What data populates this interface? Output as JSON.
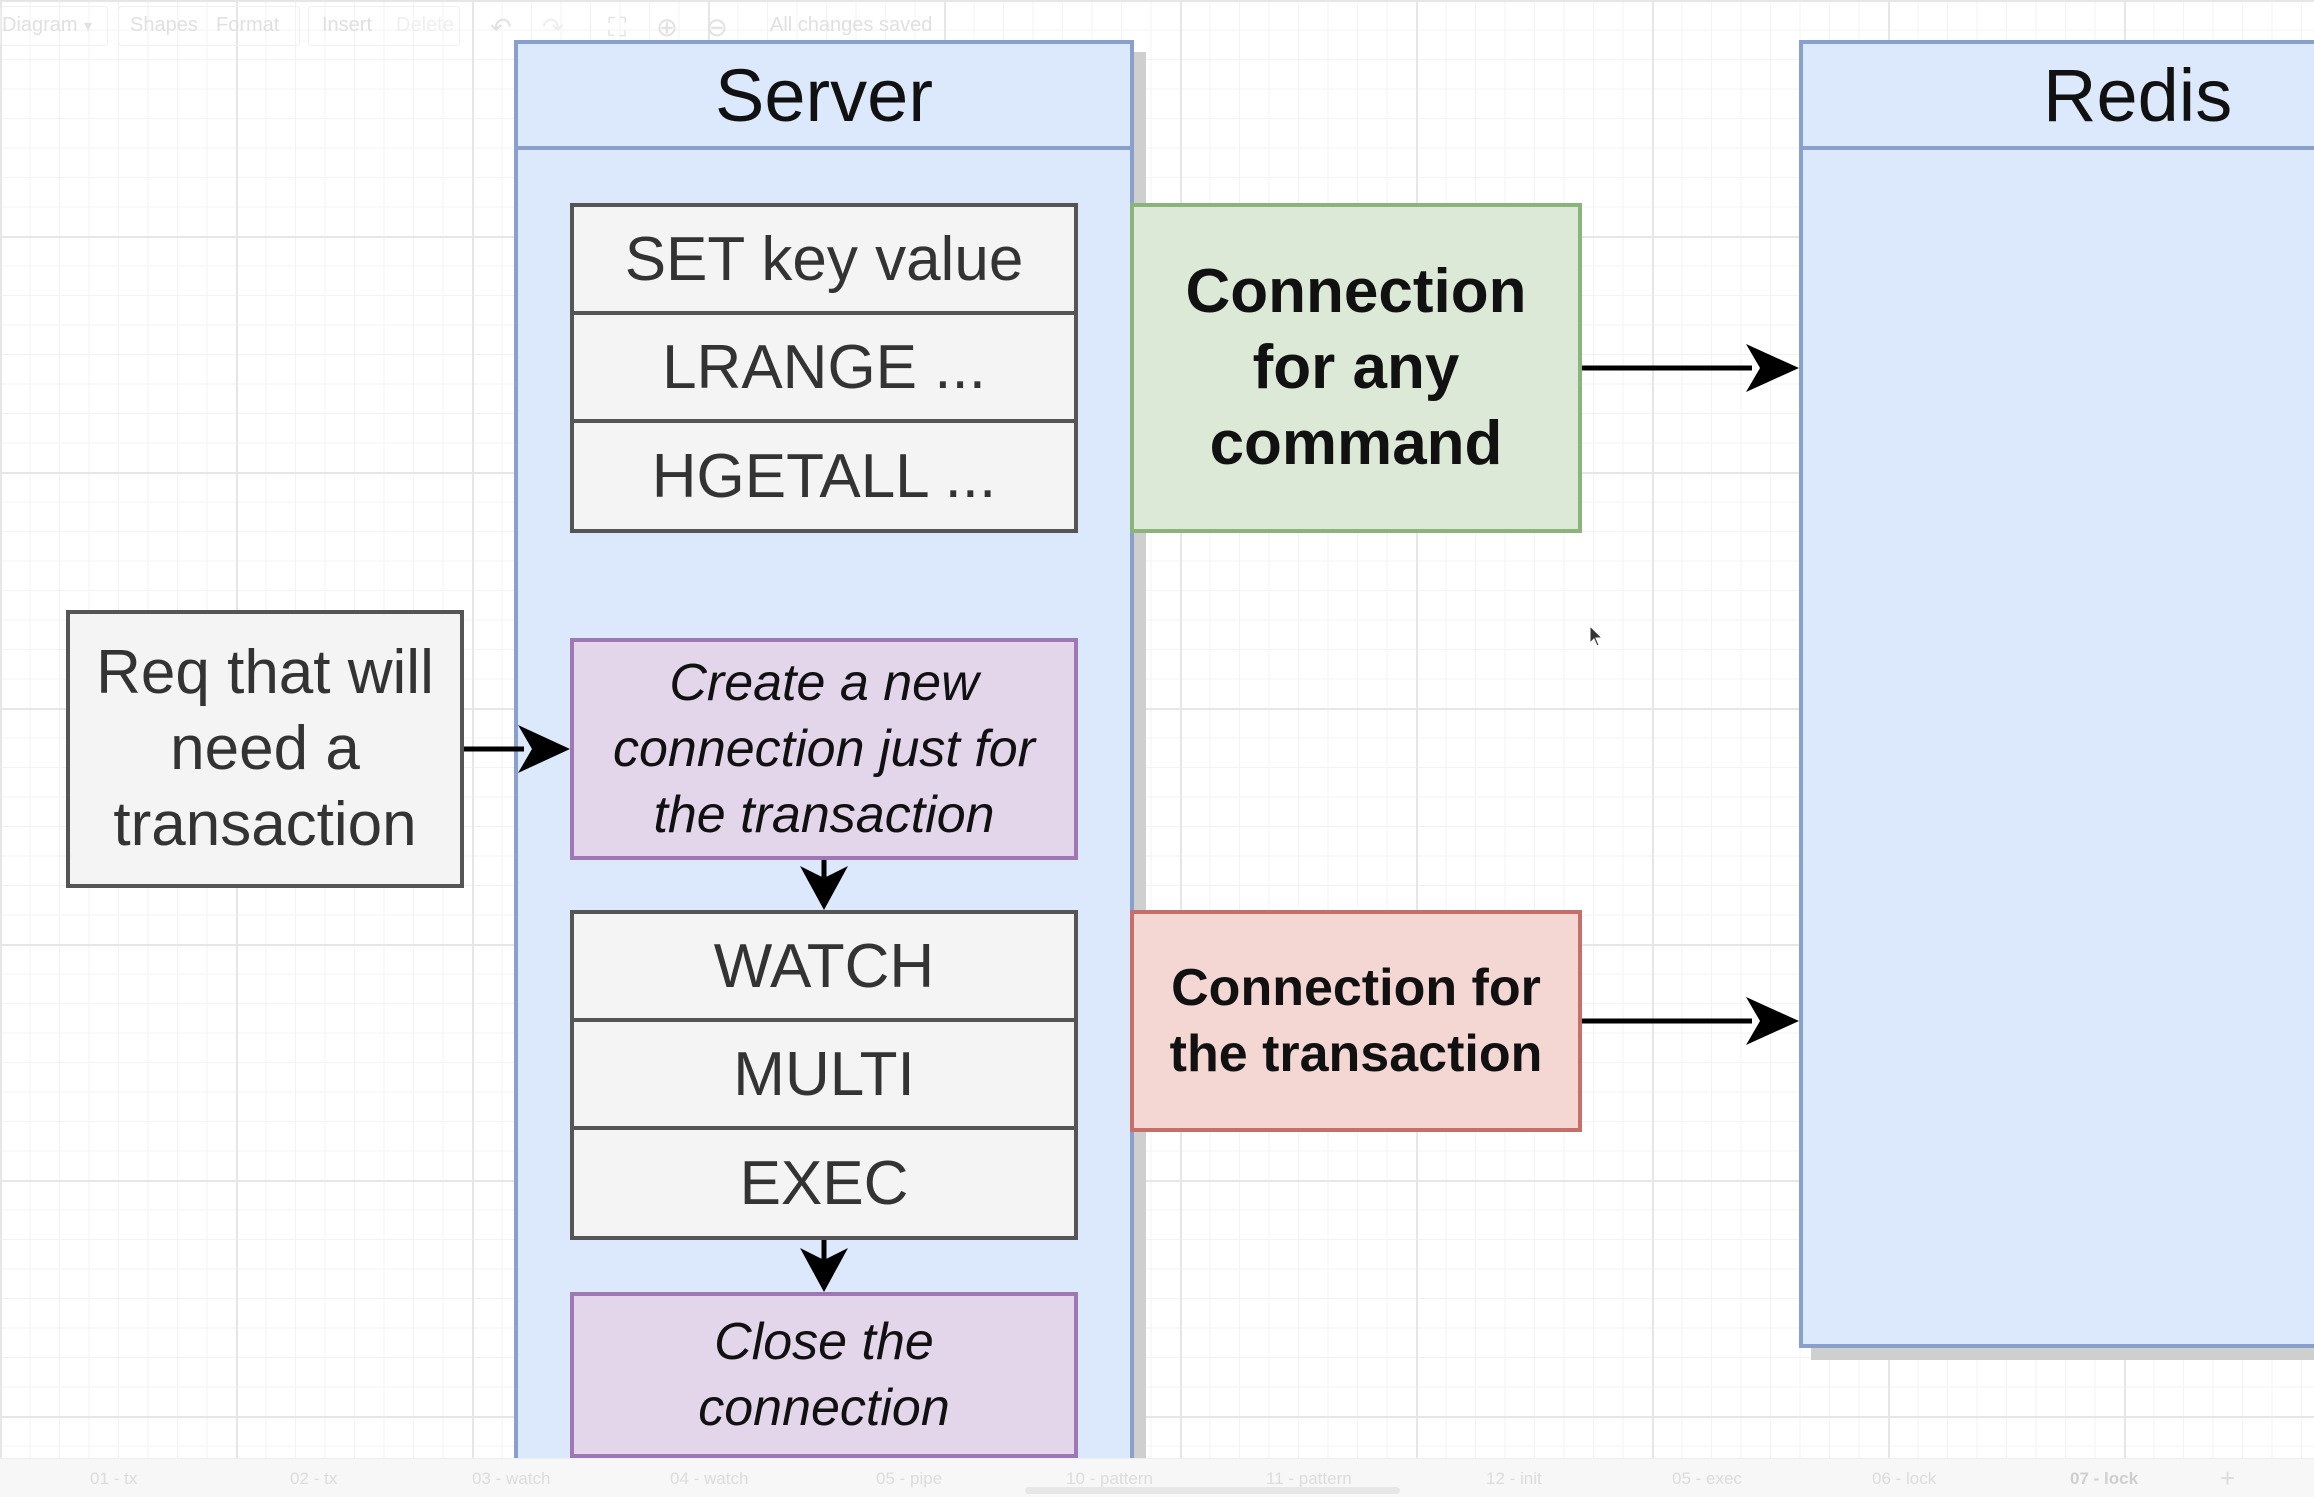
{
  "toolbar": {
    "diagram_menu": "Diagram",
    "shapes": "Shapes",
    "format": "Format",
    "insert": "Insert",
    "delete": "Delete",
    "status": "All changes saved"
  },
  "tabs": [
    "01 - tx",
    "02 - tx",
    "03 - watch",
    "04 - watch",
    "05 - pipe",
    "10 - pattern",
    "11 - pattern",
    "12 - init",
    "05 - exec",
    "06 - lock",
    "07 - lock"
  ],
  "active_tab": "07 - lock",
  "server": {
    "title": "Server",
    "commands": [
      "SET key value",
      "LRANGE ...",
      "HGETALL ..."
    ],
    "create_connection": "Create a new connection just for the transaction",
    "transaction_commands": [
      "WATCH",
      "MULTI",
      "EXEC"
    ],
    "close_connection": "Close the connection"
  },
  "request": {
    "label": "Req that will need a transaction"
  },
  "connections": {
    "general": "Connection for any command",
    "transaction": "Connection for the transaction"
  },
  "redis": {
    "title": "Redis"
  },
  "colors": {
    "lane_fill": "#dce8fb",
    "lane_border": "#8aa0cc",
    "command_fill": "#f4f4f4",
    "process_fill": "#e3d6ea",
    "general_connection_fill": "#dde9d7",
    "transaction_connection_fill": "#f4d6d3"
  }
}
